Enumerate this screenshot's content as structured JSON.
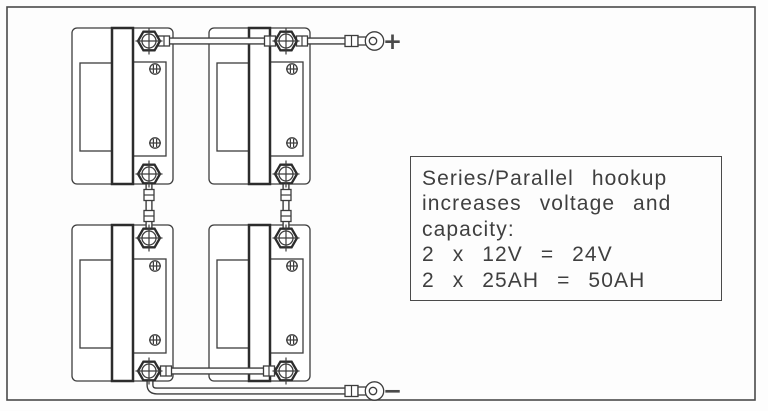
{
  "page": {
    "background": "#fdfdfd",
    "line_color": "#3d3d3d"
  },
  "diagram": {
    "positive_terminal_symbol": "+",
    "negative_terminal_symbol": "−",
    "annotation": {
      "lines": [
        "Series/Parallel hookup",
        "increases voltage and",
        "capacity:",
        "2 x 12V = 24V",
        "2 x 25AH = 50AH"
      ]
    }
  }
}
